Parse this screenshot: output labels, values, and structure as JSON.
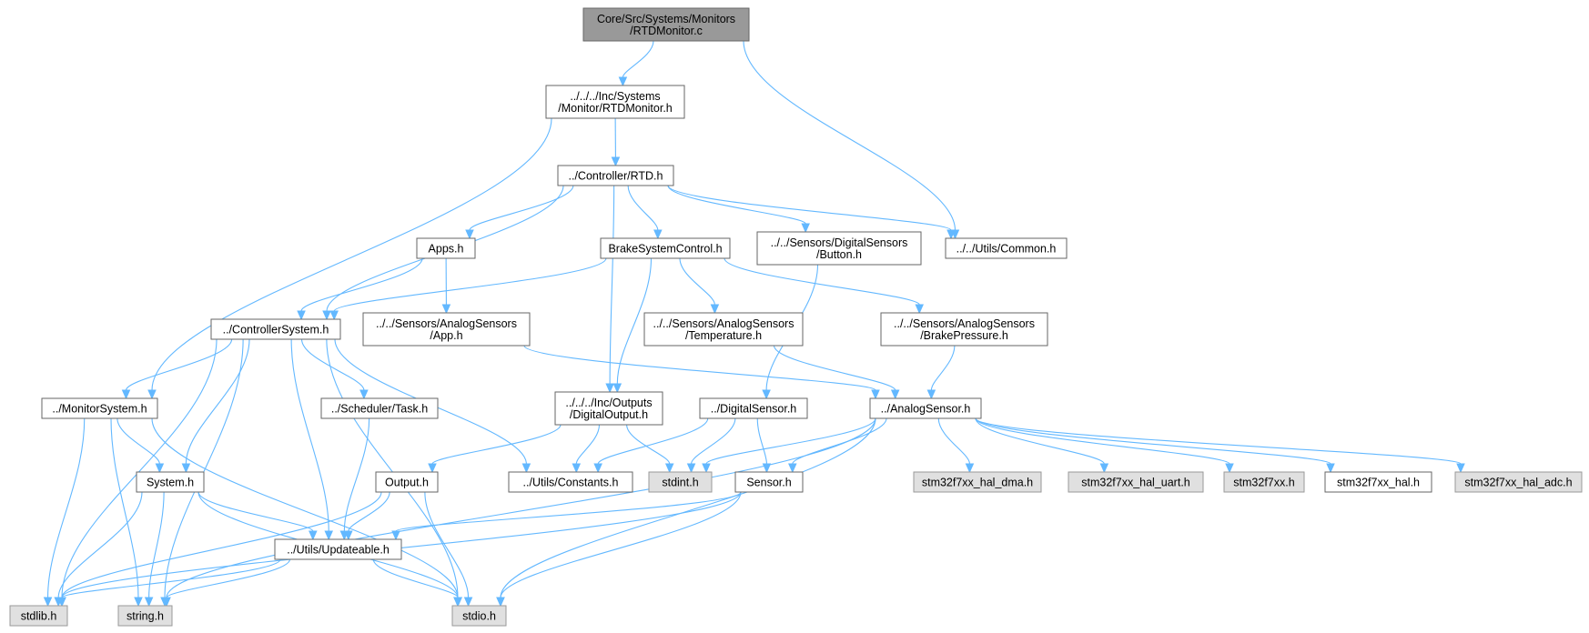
{
  "colors": {
    "edge": "#63b8ff",
    "root_fill": "#999999",
    "root_stroke": "#666666",
    "file_fill": "#ffffff",
    "file_stroke": "#666666",
    "system_fill": "#e0e0e0",
    "system_stroke": "#999999"
  },
  "nodes": [
    {
      "id": "root",
      "kind": "root",
      "lines": [
        "Core/Src/Systems/Monitors",
        "/RTDMonitor.c"
      ]
    },
    {
      "id": "rtdmonitor_h",
      "kind": "file",
      "lines": [
        "../../../Inc/Systems",
        "/Monitor/RTDMonitor.h"
      ]
    },
    {
      "id": "rtd_h",
      "kind": "file",
      "lines": [
        "../Controller/RTD.h"
      ]
    },
    {
      "id": "common_h",
      "kind": "file",
      "lines": [
        "../../Utils/Common.h"
      ]
    },
    {
      "id": "apps_h",
      "kind": "file",
      "lines": [
        "Apps.h"
      ]
    },
    {
      "id": "brakesys_h",
      "kind": "file",
      "lines": [
        "BrakeSystemControl.h"
      ]
    },
    {
      "id": "button_h",
      "kind": "file",
      "lines": [
        "../../Sensors/DigitalSensors",
        "/Button.h"
      ]
    },
    {
      "id": "ctrlsys_h",
      "kind": "file",
      "lines": [
        "../ControllerSystem.h"
      ]
    },
    {
      "id": "app_h",
      "kind": "file",
      "lines": [
        "../../Sensors/AnalogSensors",
        "/App.h"
      ]
    },
    {
      "id": "temp_h",
      "kind": "file",
      "lines": [
        "../../Sensors/AnalogSensors",
        "/Temperature.h"
      ]
    },
    {
      "id": "brakep_h",
      "kind": "file",
      "lines": [
        "../../Sensors/AnalogSensors",
        "/BrakePressure.h"
      ]
    },
    {
      "id": "monsys_h",
      "kind": "file",
      "lines": [
        "../MonitorSystem.h"
      ]
    },
    {
      "id": "task_h",
      "kind": "file",
      "lines": [
        "../Scheduler/Task.h"
      ]
    },
    {
      "id": "digout_h",
      "kind": "file",
      "lines": [
        "../../../Inc/Outputs",
        "/DigitalOutput.h"
      ]
    },
    {
      "id": "digsensor_h",
      "kind": "file",
      "lines": [
        "../DigitalSensor.h"
      ]
    },
    {
      "id": "analogsensor_h",
      "kind": "file",
      "lines": [
        "../AnalogSensor.h"
      ]
    },
    {
      "id": "system_h",
      "kind": "file",
      "lines": [
        "System.h"
      ]
    },
    {
      "id": "output_h",
      "kind": "file",
      "lines": [
        "Output.h"
      ]
    },
    {
      "id": "constants_h",
      "kind": "file",
      "lines": [
        "../Utils/Constants.h"
      ]
    },
    {
      "id": "stdint_h",
      "kind": "system",
      "lines": [
        "stdint.h"
      ]
    },
    {
      "id": "sensor_h",
      "kind": "file",
      "lines": [
        "Sensor.h"
      ]
    },
    {
      "id": "hal_dma_h",
      "kind": "system",
      "lines": [
        "stm32f7xx_hal_dma.h"
      ]
    },
    {
      "id": "hal_uart_h",
      "kind": "system",
      "lines": [
        "stm32f7xx_hal_uart.h"
      ]
    },
    {
      "id": "stm32f7xx_h",
      "kind": "system",
      "lines": [
        "stm32f7xx.h"
      ]
    },
    {
      "id": "hal_h",
      "kind": "file",
      "lines": [
        "stm32f7xx_hal.h"
      ]
    },
    {
      "id": "hal_adc_h",
      "kind": "system",
      "lines": [
        "stm32f7xx_hal_adc.h"
      ]
    },
    {
      "id": "updateable_h",
      "kind": "file",
      "lines": [
        "../Utils/Updateable.h"
      ]
    },
    {
      "id": "stdlib_h",
      "kind": "system",
      "lines": [
        "stdlib.h"
      ]
    },
    {
      "id": "string_h",
      "kind": "system",
      "lines": [
        "string.h"
      ]
    },
    {
      "id": "stdio_h",
      "kind": "system",
      "lines": [
        "stdio.h"
      ]
    }
  ],
  "edges": [
    [
      "root",
      "rtdmonitor_h"
    ],
    [
      "root",
      "common_h"
    ],
    [
      "rtdmonitor_h",
      "rtd_h"
    ],
    [
      "rtdmonitor_h",
      "monsys_h"
    ],
    [
      "rtd_h",
      "ctrlsys_h"
    ],
    [
      "rtd_h",
      "apps_h"
    ],
    [
      "rtd_h",
      "digout_h"
    ],
    [
      "rtd_h",
      "brakesys_h"
    ],
    [
      "rtd_h",
      "button_h"
    ],
    [
      "rtd_h",
      "common_h"
    ],
    [
      "apps_h",
      "ctrlsys_h"
    ],
    [
      "apps_h",
      "app_h"
    ],
    [
      "brakesys_h",
      "ctrlsys_h"
    ],
    [
      "brakesys_h",
      "digout_h"
    ],
    [
      "brakesys_h",
      "temp_h"
    ],
    [
      "brakesys_h",
      "brakep_h"
    ],
    [
      "button_h",
      "digsensor_h"
    ],
    [
      "app_h",
      "analogsensor_h"
    ],
    [
      "temp_h",
      "analogsensor_h"
    ],
    [
      "brakep_h",
      "analogsensor_h"
    ],
    [
      "ctrlsys_h",
      "stdlib_h"
    ],
    [
      "ctrlsys_h",
      "monsys_h"
    ],
    [
      "ctrlsys_h",
      "system_h"
    ],
    [
      "ctrlsys_h",
      "string_h"
    ],
    [
      "ctrlsys_h",
      "updateable_h"
    ],
    [
      "ctrlsys_h",
      "task_h"
    ],
    [
      "ctrlsys_h",
      "stdio_h"
    ],
    [
      "ctrlsys_h",
      "constants_h"
    ],
    [
      "monsys_h",
      "system_h"
    ],
    [
      "monsys_h",
      "stdlib_h"
    ],
    [
      "monsys_h",
      "string_h"
    ],
    [
      "monsys_h",
      "stdio_h"
    ],
    [
      "task_h",
      "updateable_h"
    ],
    [
      "digout_h",
      "output_h"
    ],
    [
      "digout_h",
      "constants_h"
    ],
    [
      "digout_h",
      "stdint_h"
    ],
    [
      "digsensor_h",
      "constants_h"
    ],
    [
      "digsensor_h",
      "stdint_h"
    ],
    [
      "digsensor_h",
      "sensor_h"
    ],
    [
      "analogsensor_h",
      "stdint_h"
    ],
    [
      "analogsensor_h",
      "sensor_h"
    ],
    [
      "analogsensor_h",
      "hal_dma_h"
    ],
    [
      "analogsensor_h",
      "hal_uart_h"
    ],
    [
      "analogsensor_h",
      "stm32f7xx_h"
    ],
    [
      "analogsensor_h",
      "hal_h"
    ],
    [
      "analogsensor_h",
      "hal_adc_h"
    ],
    [
      "analogsensor_h",
      "string_h"
    ],
    [
      "analogsensor_h",
      "stdio_h"
    ],
    [
      "system_h",
      "updateable_h"
    ],
    [
      "system_h",
      "stdlib_h"
    ],
    [
      "system_h",
      "string_h"
    ],
    [
      "system_h",
      "stdio_h"
    ],
    [
      "output_h",
      "updateable_h"
    ],
    [
      "output_h",
      "stdlib_h"
    ],
    [
      "output_h",
      "stdio_h"
    ],
    [
      "sensor_h",
      "updateable_h"
    ],
    [
      "sensor_h",
      "stdlib_h"
    ],
    [
      "sensor_h",
      "stdio_h"
    ],
    [
      "updateable_h",
      "stdlib_h"
    ],
    [
      "updateable_h",
      "string_h"
    ],
    [
      "updateable_h",
      "stdio_h"
    ]
  ]
}
